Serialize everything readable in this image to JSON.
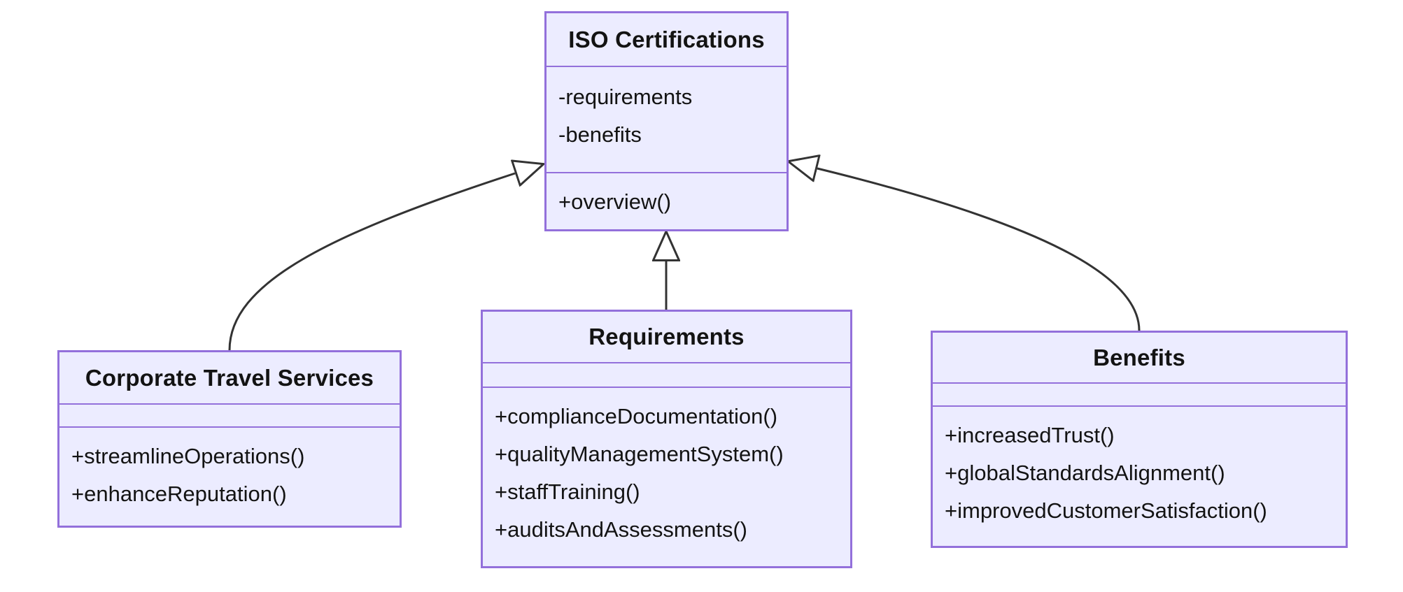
{
  "diagram": {
    "type": "uml-class-diagram",
    "classes": [
      {
        "name": "ISO Certifications",
        "title": "ISO Certifications",
        "attributes": [
          "-requirements",
          "-benefits"
        ],
        "methods": [
          "+overview()"
        ]
      },
      {
        "name": "Corporate Travel Services",
        "title": "Corporate Travel Services",
        "attributes": [],
        "methods": [
          "+streamlineOperations()",
          "+enhanceReputation()"
        ]
      },
      {
        "name": "Requirements",
        "title": "Requirements",
        "attributes": [],
        "methods": [
          "+complianceDocumentation()",
          "+qualityManagementSystem()",
          "+staffTraining()",
          "+auditsAndAssessments()"
        ]
      },
      {
        "name": "Benefits",
        "title": "Benefits",
        "attributes": [],
        "methods": [
          "+increasedTrust()",
          "+globalStandardsAlignment()",
          "+improvedCustomerSatisfaction()"
        ]
      }
    ],
    "relations": [
      {
        "from": "Corporate Travel Services",
        "to": "ISO Certifications",
        "type": "inheritance",
        "arrowhead": "hollow-triangle"
      },
      {
        "from": "Requirements",
        "to": "ISO Certifications",
        "type": "inheritance",
        "arrowhead": "hollow-triangle"
      },
      {
        "from": "Benefits",
        "to": "ISO Certifications",
        "type": "inheritance",
        "arrowhead": "hollow-triangle"
      }
    ],
    "colors": {
      "node_fill": "#ECECFF",
      "node_border": "#9370DB",
      "line": "#333333",
      "text": "#131313",
      "background": "#FFFFFF"
    }
  }
}
